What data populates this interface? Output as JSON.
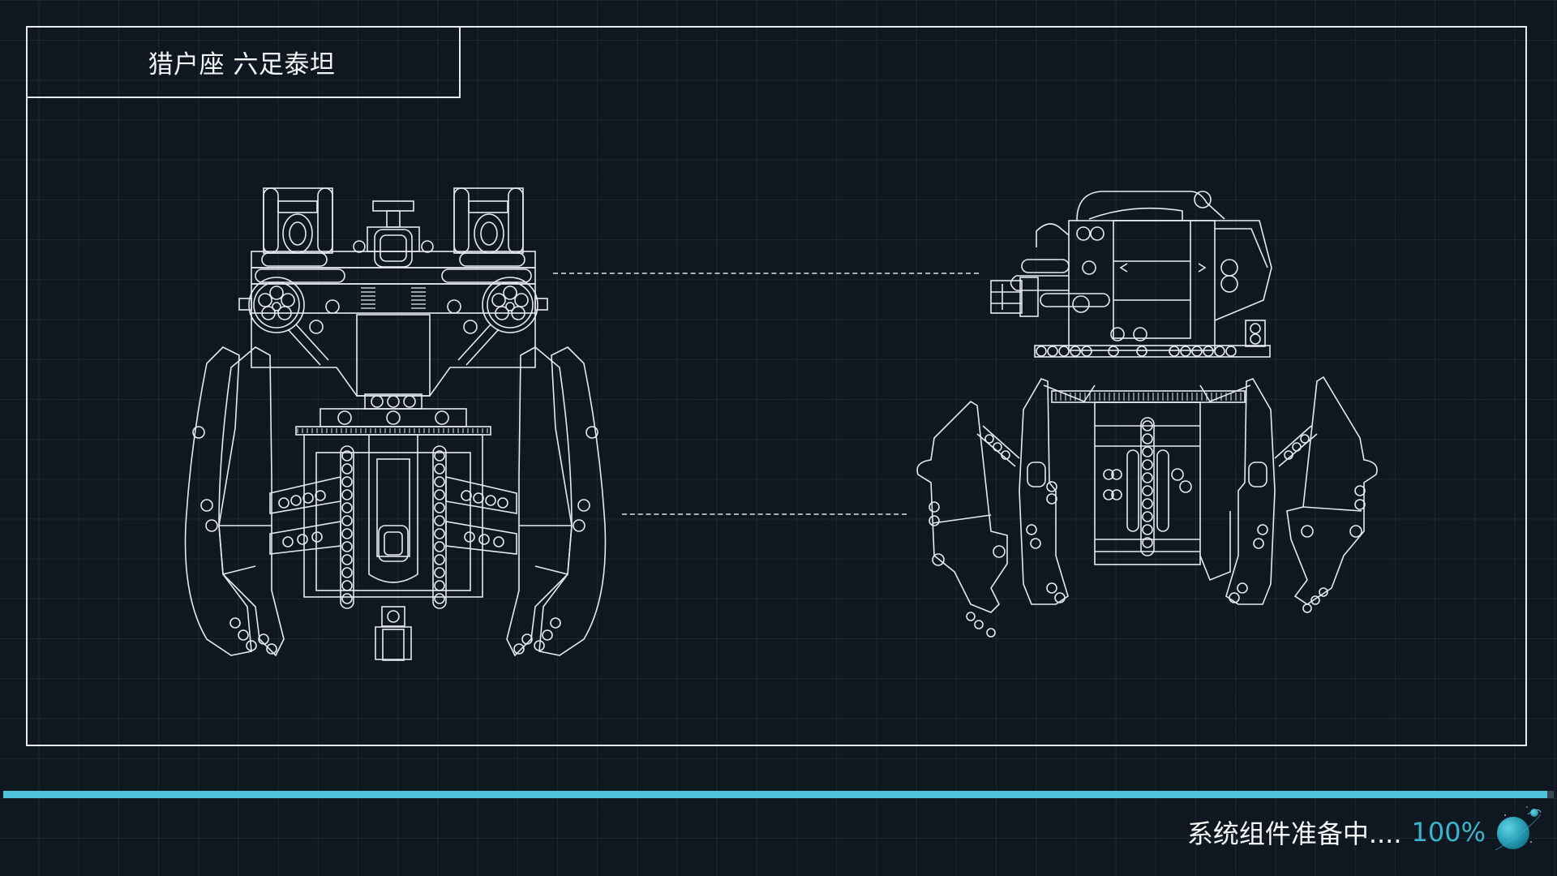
{
  "header": {
    "title": "猎户座 六足泰坦"
  },
  "views": [
    {
      "name": "front-view",
      "label": "front view blueprint"
    },
    {
      "name": "top-view",
      "label": "top view blueprint"
    },
    {
      "name": "side-view",
      "label": "side view blueprint"
    }
  ],
  "status": {
    "text": "系统组件准备中....",
    "percent": "100%",
    "progress_value": 100,
    "icon": "planet-icon"
  },
  "colors": {
    "background": "#0f1820",
    "line": "#e6eaee",
    "accent": "#4fc4dc",
    "percent_text": "#3cb4cb"
  }
}
